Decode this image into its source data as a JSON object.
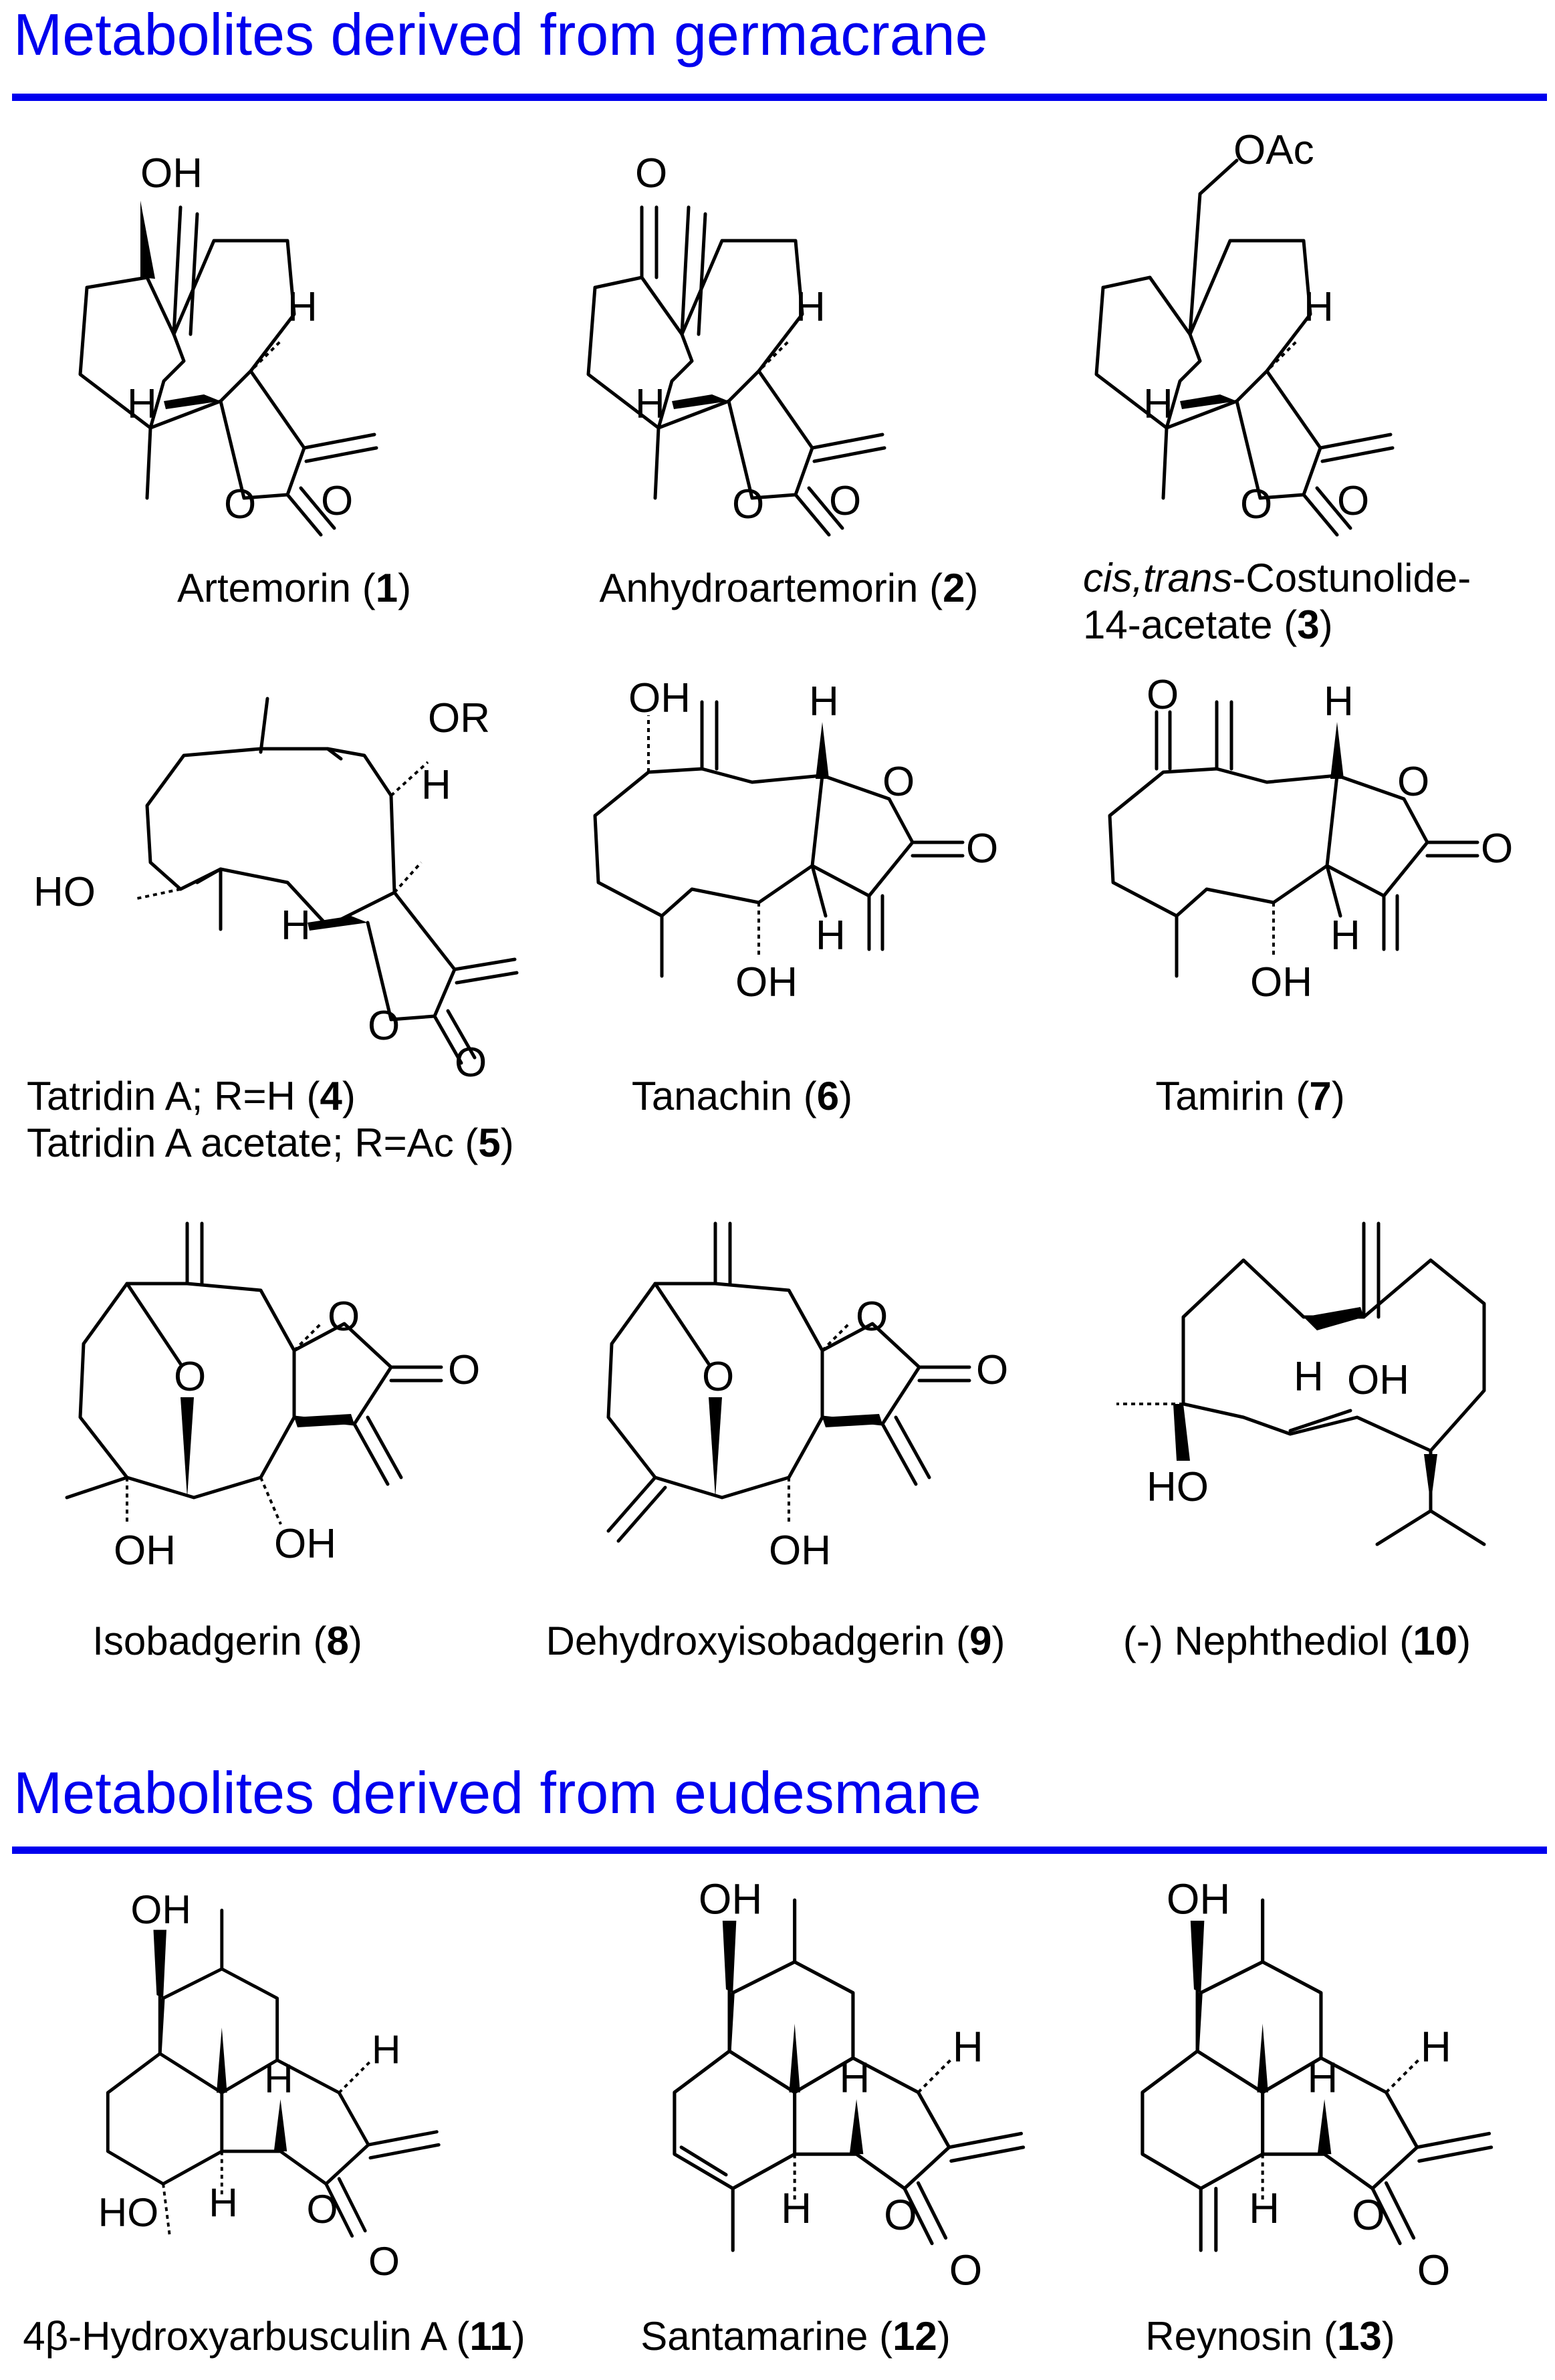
{
  "sections": [
    {
      "title": "Metabolites derived from germacrane"
    },
    {
      "title": "Metabolites derived from eudesmane"
    }
  ],
  "atoms": {
    "OH": "OH",
    "HO": "HO",
    "O": "O",
    "H": "H",
    "OAc": "OAc",
    "OR": "OR"
  },
  "compounds": [
    {
      "name": "Artemorin",
      "id": "1"
    },
    {
      "name": "Anhydroartemorin",
      "id": "2"
    },
    {
      "prefix": "cis,trans",
      "name": "-Costunolide-",
      "line2": "14-acetate",
      "id": "3"
    },
    {
      "name": "Tatridin A; R=H",
      "id": "4",
      "line2": "Tatridin A acetate; R=Ac",
      "id2": "5"
    },
    {
      "name": "Tanachin",
      "id": "6"
    },
    {
      "name": "Tamirin",
      "id": "7"
    },
    {
      "name": "Isobadgerin",
      "id": "8"
    },
    {
      "name": "Dehydroxyisobadgerin",
      "id": "9"
    },
    {
      "name": "(-) Nephthediol",
      "id": "10"
    },
    {
      "name": "4β-Hydroxyarbusculin A",
      "id": "11"
    },
    {
      "name": "Santamarine",
      "id": "12"
    },
    {
      "name": "Reynosin",
      "id": "13"
    }
  ]
}
